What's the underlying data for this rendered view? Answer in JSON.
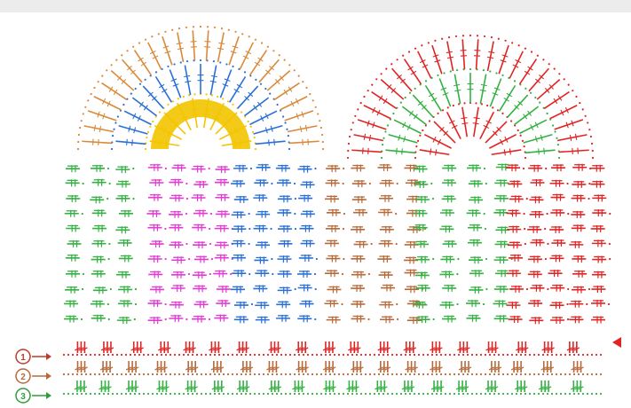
{
  "diagram": {
    "kind": "crochet-chart",
    "row_numbers": [
      {
        "label": "1",
        "color": "#c0392b"
      },
      {
        "label": "2",
        "color": "#b7693a"
      },
      {
        "label": "3",
        "color": "#2e9e3a"
      }
    ],
    "colors": {
      "red": "#e02424",
      "brown": "#b66a3a",
      "green": "#35b043",
      "blue": "#2b6fd6",
      "magenta": "#e23ad2",
      "yellow": "#f3c400",
      "orange": "#d98a3a",
      "bar": "#ececec"
    },
    "panels": [
      {
        "name": "panel-green-left",
        "color": "green"
      },
      {
        "name": "panel-magenta",
        "color": "magenta"
      },
      {
        "name": "panel-blue",
        "color": "blue"
      },
      {
        "name": "panel-brown",
        "color": "brown"
      },
      {
        "name": "panel-green-right",
        "color": "green"
      },
      {
        "name": "panel-red",
        "color": "red"
      }
    ],
    "arches": [
      {
        "name": "left-arch",
        "rings": [
          "yellow",
          "blue",
          "orange"
        ]
      },
      {
        "name": "right-arch",
        "rings": [
          "red",
          "green",
          "red"
        ]
      }
    ],
    "base_rows": [
      {
        "name": "base-row-1",
        "color": "red"
      },
      {
        "name": "base-row-2",
        "color": "brown"
      },
      {
        "name": "base-row-3",
        "color": "green"
      }
    ]
  }
}
